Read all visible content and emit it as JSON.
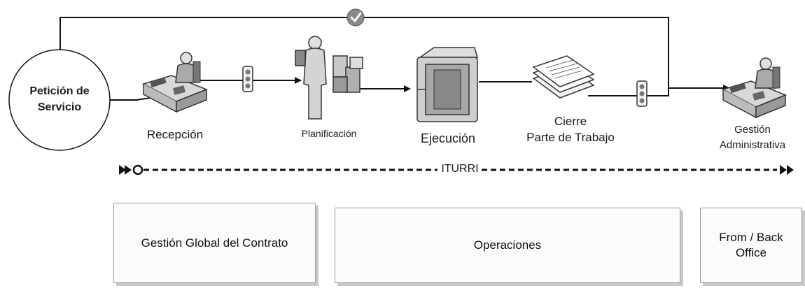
{
  "start_node": {
    "line1": "Petición de",
    "line2": "Servicio"
  },
  "steps": [
    {
      "label": "Recepción"
    },
    {
      "label": "Planificación"
    },
    {
      "label": "Ejecución"
    },
    {
      "label_line1": "Cierre",
      "label_line2": "Parte de Trabajo"
    },
    {
      "label_line1": "Gestión",
      "label_line2": "Administrativa"
    }
  ],
  "timeline": {
    "label": "ITURRI"
  },
  "areas": [
    {
      "label": "Gestión Global del Contrato"
    },
    {
      "label": "Operaciones"
    },
    {
      "line1": "From / Back",
      "line2": "Office"
    }
  ],
  "icons": {
    "feedback": "check-icon",
    "traffic_lights": "traffic-light-icon",
    "operator": "person-at-desk-icon",
    "planner": "person-with-boxes-icon",
    "execution": "machine-icon",
    "closure": "documents-icon"
  },
  "colors": {
    "check": "#777777",
    "line": "#111111"
  }
}
